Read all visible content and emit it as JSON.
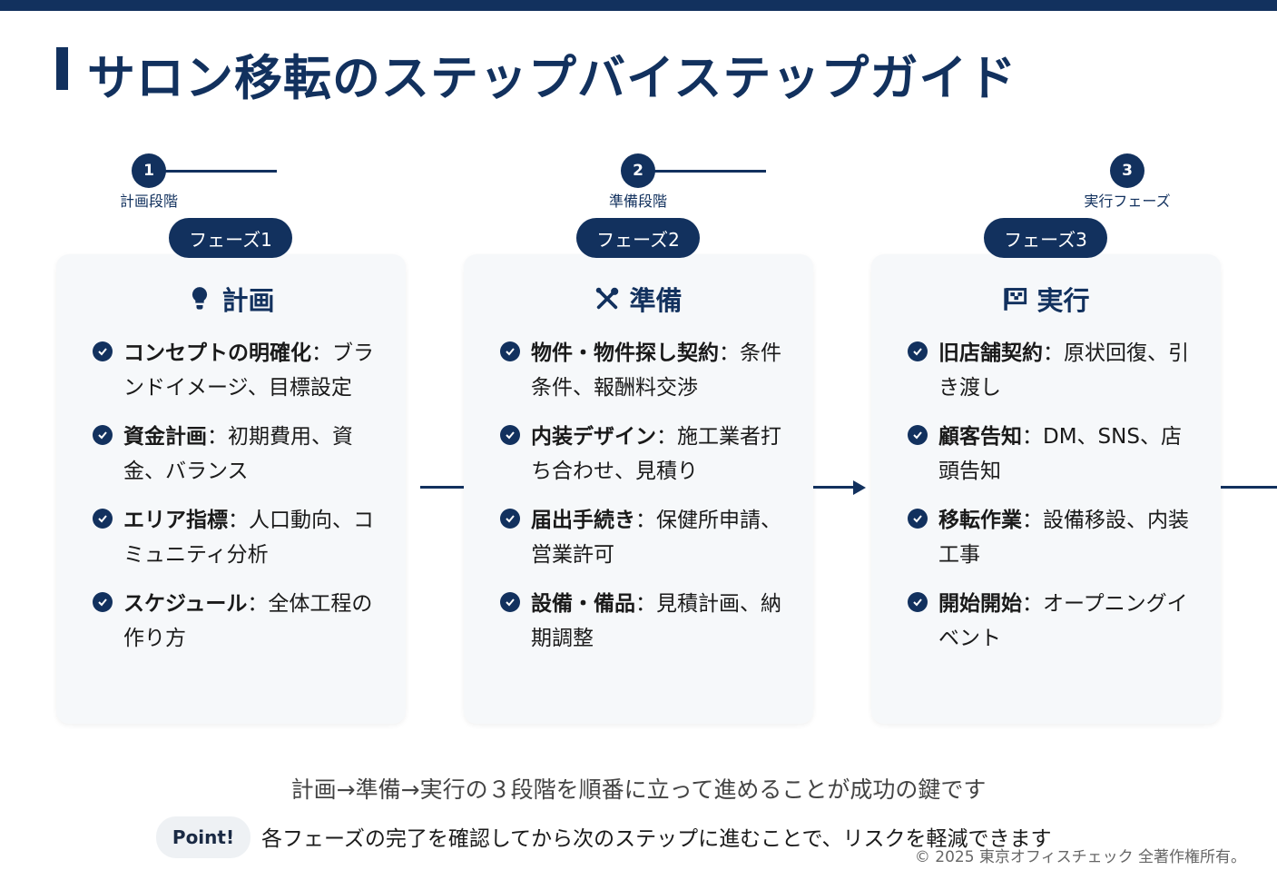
{
  "title": "サロン移転のステップバイステップガイド",
  "steps": [
    {
      "number": "1",
      "label": "計画段階"
    },
    {
      "number": "2",
      "label": "準備段階"
    },
    {
      "number": "3",
      "label": "実行フェーズ"
    }
  ],
  "phases": [
    {
      "pill": "フェーズ1",
      "heading": "計画",
      "icon": "lightbulb-icon",
      "items": [
        {
          "bold": "コンセプトの明確化",
          "text": "：ブランドイメージ、目標設定"
        },
        {
          "bold": "資金計画",
          "text": "：初期費用、資金、バランス"
        },
        {
          "bold": "エリア指標",
          "text": "：人口動向、コミュニティ分析"
        },
        {
          "bold": "スケジュール",
          "text": "：全体工程の作り方"
        }
      ]
    },
    {
      "pill": "フェーズ2",
      "heading": "準備",
      "icon": "tools-icon",
      "items": [
        {
          "bold": "物件・物件探し契約",
          "text": "：条件条件、報酬料交渉"
        },
        {
          "bold": "内装デザイン",
          "text": "：施工業者打ち合わせ、見積り"
        },
        {
          "bold": "届出手続き",
          "text": "：保健所申請、営業許可"
        },
        {
          "bold": "設備・備品",
          "text": "：見積計画、納期調整"
        }
      ]
    },
    {
      "pill": "フェーズ3",
      "heading": "実行",
      "icon": "checkered-flag-icon",
      "items": [
        {
          "bold": "旧店舗契約",
          "text": "：原状回復、引き渡し"
        },
        {
          "bold": "顧客告知",
          "text": "：DM、SNS、店頭告知"
        },
        {
          "bold": "移転作業",
          "text": "：設備移設、内装工事"
        },
        {
          "bold": "開始開始",
          "text": "：オープニングイベント"
        }
      ]
    }
  ],
  "summary": "計画→準備→実行の３段階を順番に立って進めることが成功の鍵です",
  "point": {
    "badge": "Point!",
    "text": "各フェーズの完了を確認してから次のステップに進むことで、リスクを軽減できます"
  },
  "copyright": "© 2025 東京オフィスチェック 全著作権所有。",
  "colors": {
    "primary": "#12315e",
    "card": "#f6f8fa"
  }
}
